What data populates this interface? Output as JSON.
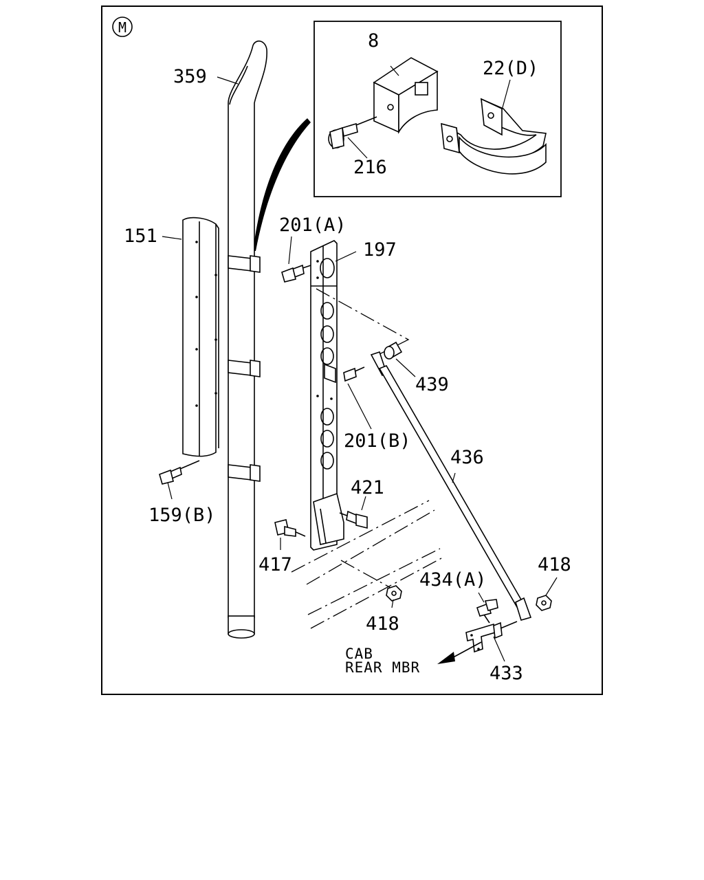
{
  "diagram": {
    "section_mark": "M",
    "labels": {
      "p359": "359",
      "p8": "8",
      "p22d": "22(D)",
      "p216": "216",
      "p151": "151",
      "p201a": "201(A)",
      "p197": "197",
      "p439": "439",
      "p201b": "201(B)",
      "p436": "436",
      "p159b": "159(B)",
      "p421": "421",
      "p417": "417",
      "p418a": "418",
      "p418b": "418",
      "p434a": "434(A)",
      "p433": "433"
    },
    "direction_note": {
      "line1": "CAB",
      "line2": "REAR MBR"
    }
  }
}
